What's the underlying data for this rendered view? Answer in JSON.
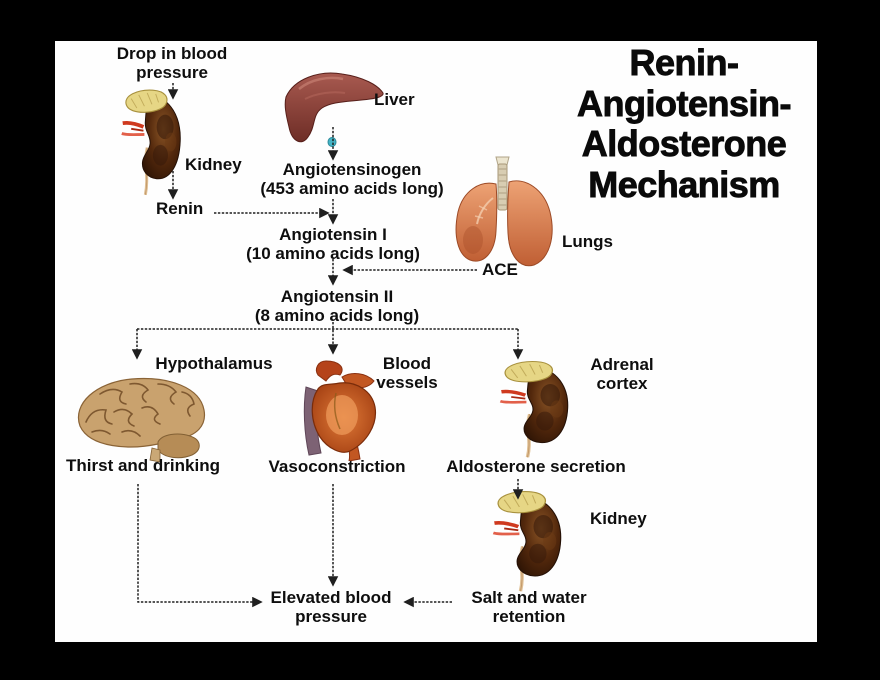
{
  "title": "Renin-\nAngiotensin-\nAldosterone\nMechanism",
  "labels": {
    "drop_in_blood_pressure": "Drop in blood\npressure",
    "kidney_top": "Kidney",
    "renin": "Renin",
    "liver": "Liver",
    "angiotensinogen": "Angiotensinogen\n(453 amino acids long)",
    "angiotensin_i": "Angiotensin I\n(10 amino acids long)",
    "ace": "ACE",
    "lungs": "Lungs",
    "angiotensin_ii": "Angiotensin II\n(8 amino acids long)",
    "hypothalamus": "Hypothalamus",
    "blood_vessels": "Blood\nvessels",
    "adrenal_cortex": "Adrenal\ncortex",
    "thirst_and_drinking": "Thirst and drinking",
    "vasoconstriction": "Vasoconstriction",
    "aldosterone_secretion": "Aldosterone secretion",
    "kidney_bottom": "Kidney",
    "elevated_blood_pressure": "Elevated blood\npressure",
    "salt_and_water_retention": "Salt and water\nretention"
  },
  "icons": [
    "kidney-icon",
    "liver-icon",
    "lungs-icon",
    "brain-icon",
    "heart-icon",
    "adrenal-kidney-icon",
    "kidney-with-adrenal-icon"
  ],
  "flow_edges": [
    {
      "from": "Drop in blood pressure",
      "to": "Kidney"
    },
    {
      "from": "Kidney",
      "to": "Renin"
    },
    {
      "from": "Renin",
      "to": "Angiotensinogen (453 amino acids long)"
    },
    {
      "from": "Liver",
      "to": "Angiotensinogen (453 amino acids long)"
    },
    {
      "from": "Angiotensinogen (453 amino acids long)",
      "to": "Angiotensin I (10 amino acids long)"
    },
    {
      "from": "Angiotensin I (10 amino acids long)",
      "to": "Angiotensin II (8 amino acids long)"
    },
    {
      "from": "ACE (Lungs)",
      "to": "Angiotensin I → Angiotensin II conversion"
    },
    {
      "from": "Angiotensin II (8 amino acids long)",
      "to": "Hypothalamus"
    },
    {
      "from": "Angiotensin II (8 amino acids long)",
      "to": "Blood vessels"
    },
    {
      "from": "Angiotensin II (8 amino acids long)",
      "to": "Adrenal cortex"
    },
    {
      "from": "Hypothalamus",
      "to": "Thirst and drinking"
    },
    {
      "from": "Blood vessels",
      "to": "Vasoconstriction"
    },
    {
      "from": "Adrenal cortex",
      "to": "Aldosterone secretion"
    },
    {
      "from": "Aldosterone secretion",
      "to": "Kidney"
    },
    {
      "from": "Kidney",
      "to": "Salt and water retention"
    },
    {
      "from": "Thirst and drinking",
      "to": "Elevated blood pressure"
    },
    {
      "from": "Vasoconstriction",
      "to": "Elevated blood pressure"
    },
    {
      "from": "Salt and water retention",
      "to": "Elevated blood pressure"
    }
  ],
  "colors": {
    "background": "#000000",
    "panel": "#fefefe",
    "text": "#0e0e0e",
    "arrow": "#1f1f1f",
    "kidney_brown": "#53280c",
    "adrenal_yellow": "#e6d685",
    "liver_red": "#8e4038",
    "lungs_salmon": "#e08a5e",
    "brain_tan": "#c9a26e",
    "heart_orange": "#cc5a24",
    "gallbladder_teal": "#45b4c6"
  }
}
